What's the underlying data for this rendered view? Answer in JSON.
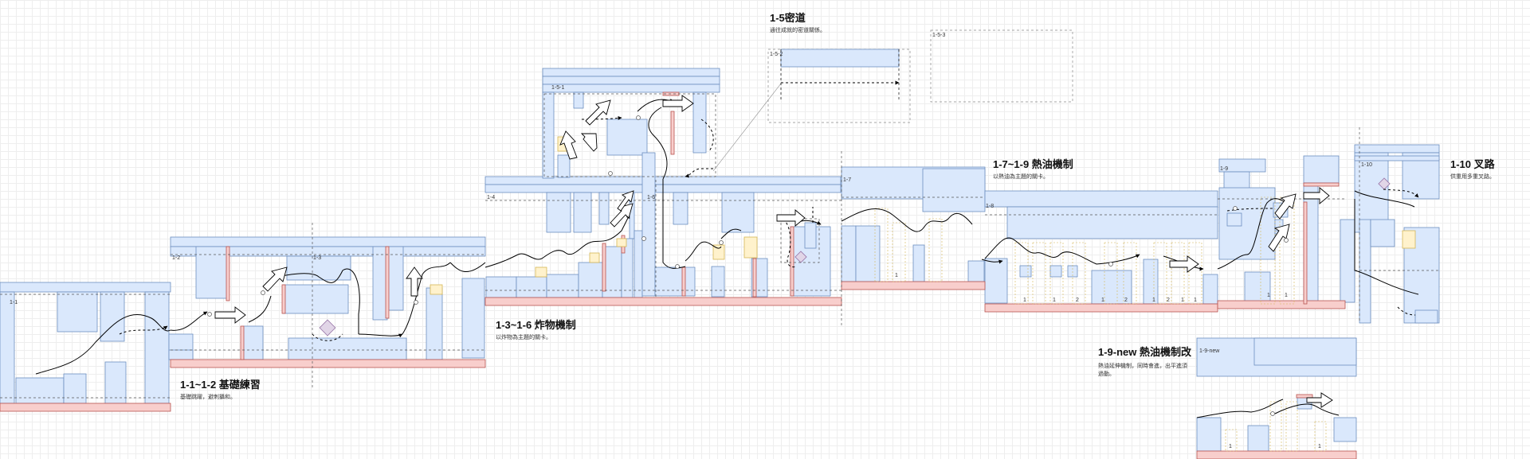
{
  "sections": [
    {
      "id": "s1",
      "title": "1-1~1-2 基礎練習",
      "desc": "基礎跳躍，避刺攝和。"
    },
    {
      "id": "s2",
      "title": "1-3~1-6 炸物機制",
      "desc": "以炸物為主題的關卡。"
    },
    {
      "id": "s3",
      "title": "1-5密道",
      "desc": "通往成就的密道關係。"
    },
    {
      "id": "s4",
      "title": "1-7~1-9 熱油機制",
      "desc": "以熱油為主題的關卡。"
    },
    {
      "id": "s5",
      "title": "1-10 叉路",
      "desc": "供重用多重叉路。"
    },
    {
      "id": "s6",
      "title": "1-9-new 熱油機制改",
      "desc": "熱油延伸機制，同時會進，出平進須過動。"
    }
  ],
  "areas": [
    "1-1",
    "1-2",
    "1-3",
    "1-4",
    "1-5-1",
    "1-5-2",
    "1-5-3",
    "1-6",
    "1-7",
    "1-8",
    "1-9",
    "1-10",
    "1-9-new"
  ],
  "oil_counts": [
    "1",
    "1",
    "1",
    "2",
    "1",
    "2",
    "1",
    "2",
    "1",
    "1",
    "1",
    "1",
    "1",
    "1"
  ],
  "colors": {
    "block_fill": "#dae8fc",
    "block_stroke": "#6c8ebf",
    "hazard_fill": "#f8cecc",
    "hazard_stroke": "#b85450",
    "item_fill": "#fff2cc",
    "item_stroke": "#d6b656",
    "gem_fill": "#e1d5e7",
    "gem_stroke": "#9673a6"
  }
}
